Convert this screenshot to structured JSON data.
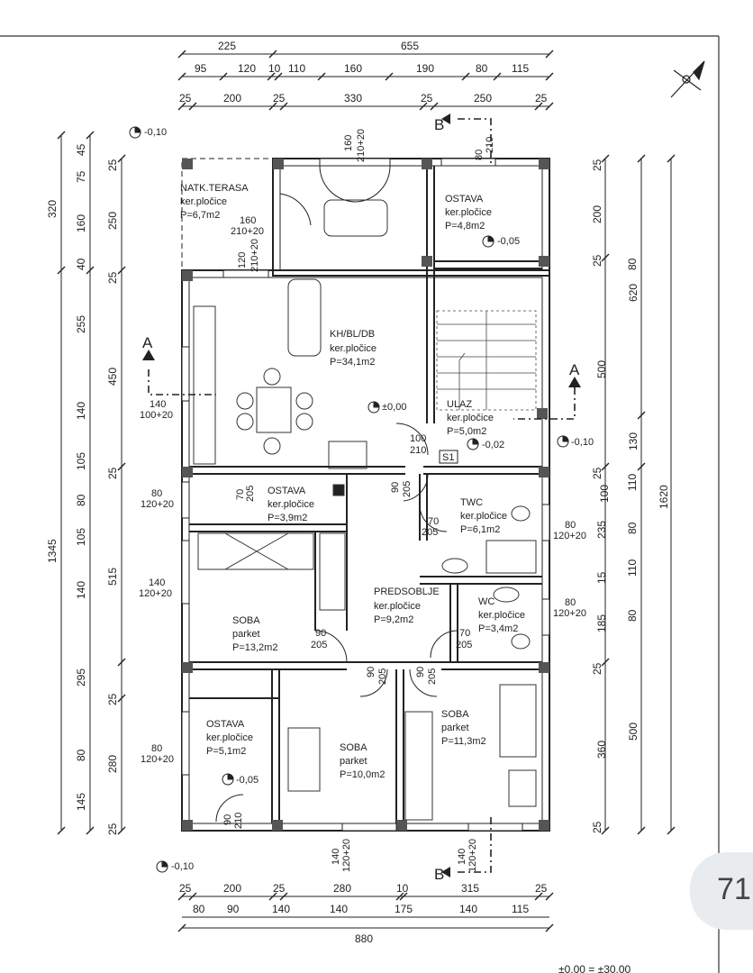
{
  "rooms": [
    {
      "id": "terasa",
      "name": "NATK.TERASA",
      "finish": "ker.pločice",
      "area": "P=6,7m2"
    },
    {
      "id": "ostava1",
      "name": "OSTAVA",
      "finish": "ker.pločice",
      "area": "P=4,8m2"
    },
    {
      "id": "kh",
      "name": "KH/BL/DB",
      "finish": "ker.pločice",
      "area": "P=34,1m2"
    },
    {
      "id": "ulaz",
      "name": "ULAZ",
      "finish": "ker.pločice",
      "area": "P=5,0m2"
    },
    {
      "id": "ostava2",
      "name": "OSTAVA",
      "finish": "ker.pločice",
      "area": "P=3,9m2"
    },
    {
      "id": "twc",
      "name": "TWC",
      "finish": "ker.pločice",
      "area": "P=6,1m2"
    },
    {
      "id": "predsoblje",
      "name": "PREDSOBLJE",
      "finish": "ker.pločice",
      "area": "P=9,2m2"
    },
    {
      "id": "wc",
      "name": "WC",
      "finish": "ker.pločice",
      "area": "P=3,4m2"
    },
    {
      "id": "soba1",
      "name": "SOBA",
      "finish": "parket",
      "area": "P=13,2m2"
    },
    {
      "id": "ostava3",
      "name": "OSTAVA",
      "finish": "ker.pločice",
      "area": "P=5,1m2"
    },
    {
      "id": "soba2",
      "name": "SOBA",
      "finish": "parket",
      "area": "P=10,0m2"
    },
    {
      "id": "soba3",
      "name": "SOBA",
      "finish": "parket",
      "area": "P=11,3m2"
    }
  ],
  "top_dims": {
    "row1": [
      "225",
      "655"
    ],
    "row2": [
      "95",
      "120",
      "10",
      "110",
      "160",
      "190",
      "80",
      "115"
    ],
    "row3": [
      "25",
      "200",
      "25",
      "330",
      "25",
      "250",
      "25"
    ]
  },
  "bottom_dims": {
    "row1": [
      "25",
      "200",
      "25",
      "280",
      "10",
      "315",
      "25"
    ],
    "row2": [
      "80",
      "90",
      "140",
      "140",
      "175",
      "140",
      "115"
    ],
    "row3": [
      "880"
    ]
  },
  "left_dims": {
    "outer": [
      "320",
      "1345"
    ],
    "mid": [
      "45",
      "75",
      "160",
      "40",
      "255",
      "140",
      "105",
      "80",
      "105",
      "140",
      "295",
      "80",
      "145"
    ],
    "inner": [
      "25",
      "250",
      "25",
      "450",
      "25",
      "515",
      "25",
      "280",
      "25"
    ]
  },
  "right_dims": {
    "outer": [
      "1620"
    ],
    "mid": [
      "620",
      "500",
      "130",
      "500"
    ],
    "inner": [
      "25",
      "200",
      "25",
      "25",
      "100",
      "235",
      "15",
      "110",
      "185",
      "25",
      "360",
      "25"
    ],
    "extra": [
      "80",
      "80",
      "110",
      "80"
    ]
  },
  "openings": [
    "160",
    "210+20",
    "80",
    "210",
    "160",
    "210+20",
    "120",
    "210+20",
    "140",
    "100+20",
    "100",
    "210",
    "80",
    "120+20",
    "70",
    "205",
    "90",
    "205",
    "70",
    "205",
    "80",
    "120+20",
    "140",
    "120+20",
    "80",
    "120+20",
    "90",
    "205",
    "70",
    "205",
    "90",
    "205",
    "90",
    "205",
    "80",
    "120+20",
    "90",
    "210",
    "140",
    "120+20",
    "140",
    "120+20"
  ],
  "levels": [
    "-0,10",
    "-0,05",
    "±0,00",
    "-0,02",
    "-0,10",
    "-0,05",
    "-0,10"
  ],
  "section_marks": {
    "a": "A",
    "b": "B"
  },
  "s1_label": "S1",
  "page_number": "71",
  "bottom_cut": "±0,00 = ±30,00"
}
